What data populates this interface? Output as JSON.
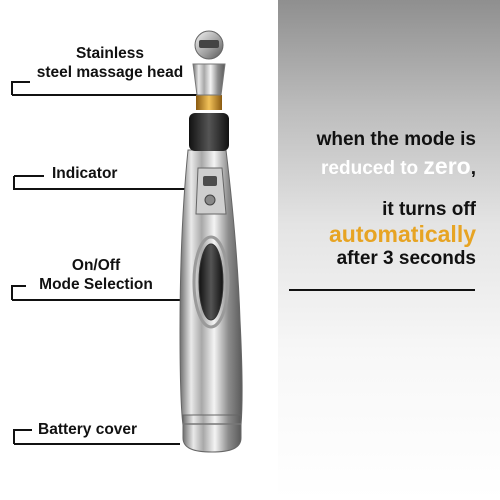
{
  "callouts": {
    "head": [
      "Stainless",
      "steel massage head"
    ],
    "indicator": "Indicator",
    "onoff": [
      "On/Off",
      "Mode Selection"
    ],
    "battery": "Battery cover"
  },
  "message": {
    "line1": "when the mode is",
    "line2_pre": "reduced to ",
    "line2_zero": "zero",
    "line2_post": ",",
    "line3": "it turns off",
    "line4": "automatically",
    "line5": "after 3 seconds"
  },
  "colors": {
    "accent": "#e7a423",
    "text": "#111111",
    "panel_top": "#8f8f8f"
  }
}
